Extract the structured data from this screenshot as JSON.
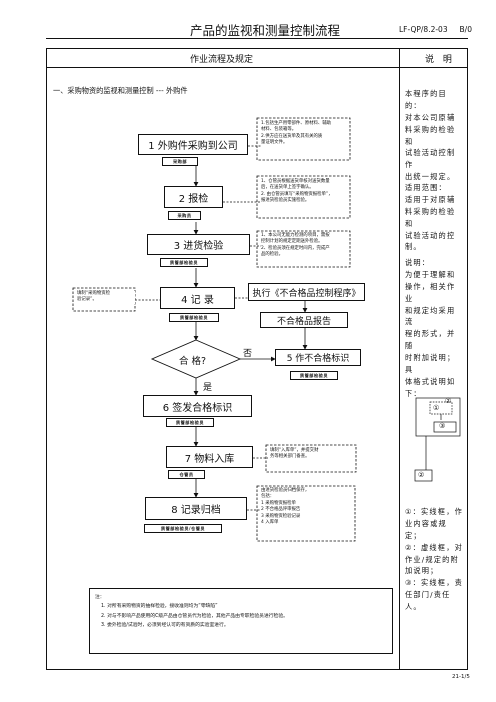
{
  "header": {
    "title": "产品的监视和测量控制流程",
    "doc_code": "LF-QP/8.2-03",
    "version": "B/0"
  },
  "columns": {
    "flow": "作业流程及规定",
    "explain": "说 明"
  },
  "section_title": "一、采购物资的监视和测量控制 --- 外购件",
  "steps": {
    "s1": {
      "label": "1 外购件采购到公司",
      "tag": "采购部"
    },
    "s2": {
      "label": "2 报检",
      "tag": "采购员"
    },
    "s3": {
      "label": "3 进货检验",
      "tag": "质管部检验员"
    },
    "s4": {
      "label": "4 记 录",
      "tag": "质管部检验员"
    },
    "decision": {
      "label": "合 格?",
      "no": "否",
      "yes": "是"
    },
    "s6": {
      "label": "6 签发合格标识",
      "tag": "质管部检验员"
    },
    "s7": {
      "label": "7 物料入库",
      "tag": "仓管员"
    },
    "s8": {
      "label": "8 记录归档",
      "tag": "质管部检验员/仓管员"
    },
    "exec": {
      "label": "执行《不合格品控制程序》"
    },
    "report": {
      "label": "不合格品报告"
    },
    "s5": {
      "label": "5 作不合格标识",
      "tag": "质管部检验员"
    }
  },
  "notes": {
    "n1": [
      "1.包括生产用零部件、原材料、辅助",
      "材料、包装箱等。",
      "2.供方应在送货单及其有关的质",
      "量证明文件。"
    ],
    "n2": [
      "1、仓管员根据送货单核对送货数量",
      "后，在送货单上签字确认。",
      "2. 由仓管员填写“采购物资报检单”，",
      "报进货检验员实施检验。"
    ],
    "n3": [
      "1、本公司无能力检测的项目，需按",
      "控制计划的规定定期送外检验。",
      "2、检验员须在规定时间内，完成产",
      "品的检验。"
    ],
    "n4": [
      "填制“采购物资检",
      "验记录”。"
    ],
    "n7": [
      "填制“入库单”，并提交财",
      "务等相关部门备查。"
    ],
    "n8": [
      "由进货检验员归档保存，",
      "包括：",
      "1  采购物资报检单",
      "2  不合格品评审报告",
      "3  采购物资检验记录",
      "4  入库单"
    ]
  },
  "sidebar": {
    "purpose": [
      "本程序的目的：",
      "对本公司原辅",
      "料采购的检验和",
      "试验活动控制作",
      "出统一规定。"
    ],
    "scope": [
      "适用范围：",
      "适用于对原辅",
      "料采购的检验和",
      "试验活动的控制。"
    ],
    "explain": [
      "说明：",
      "为便于理解和",
      "操作，相关作业",
      "和规定均采用流",
      "程的形式，并随",
      "时附加说明；具",
      "体格式说明如",
      "下："
    ],
    "legend_marks": {
      "c1": "①",
      "c2": "②",
      "c3": "③"
    },
    "legend_text": [
      "①：实线框，作",
      "业内容或规定；",
      "②：虚线框，对",
      "作业/规定的附",
      "加说明；",
      "③：实线框，责",
      "任部门/责任人。"
    ]
  },
  "footer_note": {
    "label": "注：",
    "lines": [
      "1. 对所有采购物资的抽样检验，接收准则均为“零缺陷”",
      "2. 对与不影响产品使用的C级产品由仓管员代为检验，其他产品由专职检验员进行检验。",
      "3. 委外检验/试验时，必须到经认可的有资质的实验室进行。"
    ]
  },
  "page_number": "21-1/5"
}
